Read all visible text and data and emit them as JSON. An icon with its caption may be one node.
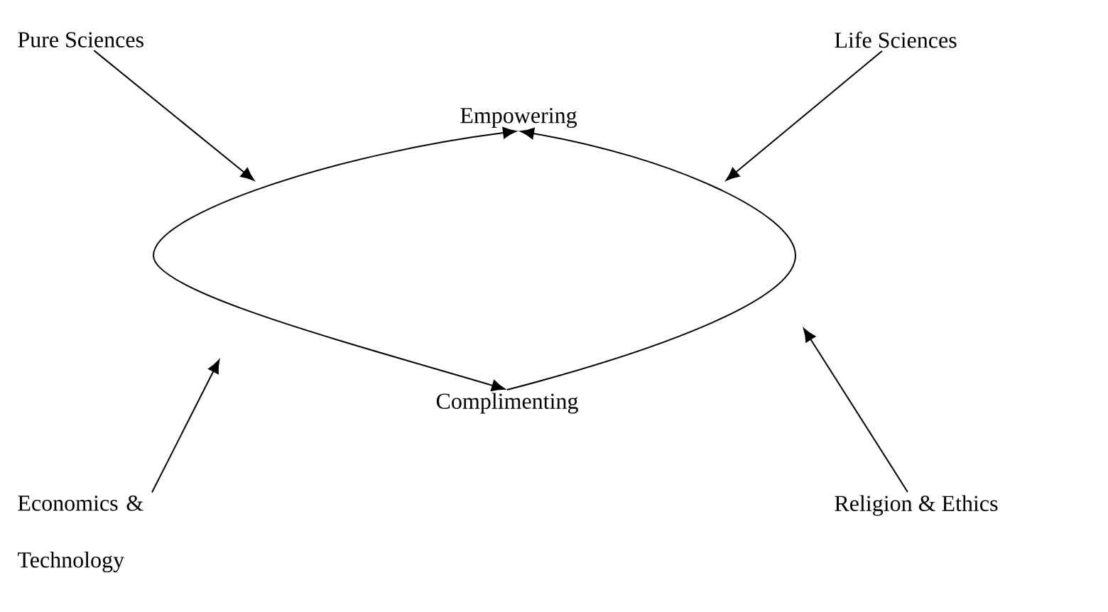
{
  "diagram": {
    "nodes": [
      {
        "text": [
          "Pure Sciences"
        ]
      },
      {
        "text": [
          "Life Sciences"
        ]
      },
      {
        "text": [
          "Empowering"
        ]
      },
      {
        "text": [
          "Complimenting"
        ]
      },
      {
        "text": [
          "Economics & Technology"
        ]
      },
      {
        "text": [
          "Religion & Ethics"
        ]
      }
    ],
    "edges": [
      {
        "from": 2,
        "to": 3,
        "arrow": "both"
      },
      {
        "from": 3,
        "to": 2,
        "arrow": "to"
      },
      {
        "from": 0,
        "to": null,
        "arrow": "to"
      },
      {
        "from": 1,
        "to": null,
        "arrow": "to"
      },
      {
        "from": 4,
        "to": null,
        "arrow": "to"
      },
      {
        "from": 5,
        "to": null,
        "arrow": "to"
      }
    ]
  }
}
